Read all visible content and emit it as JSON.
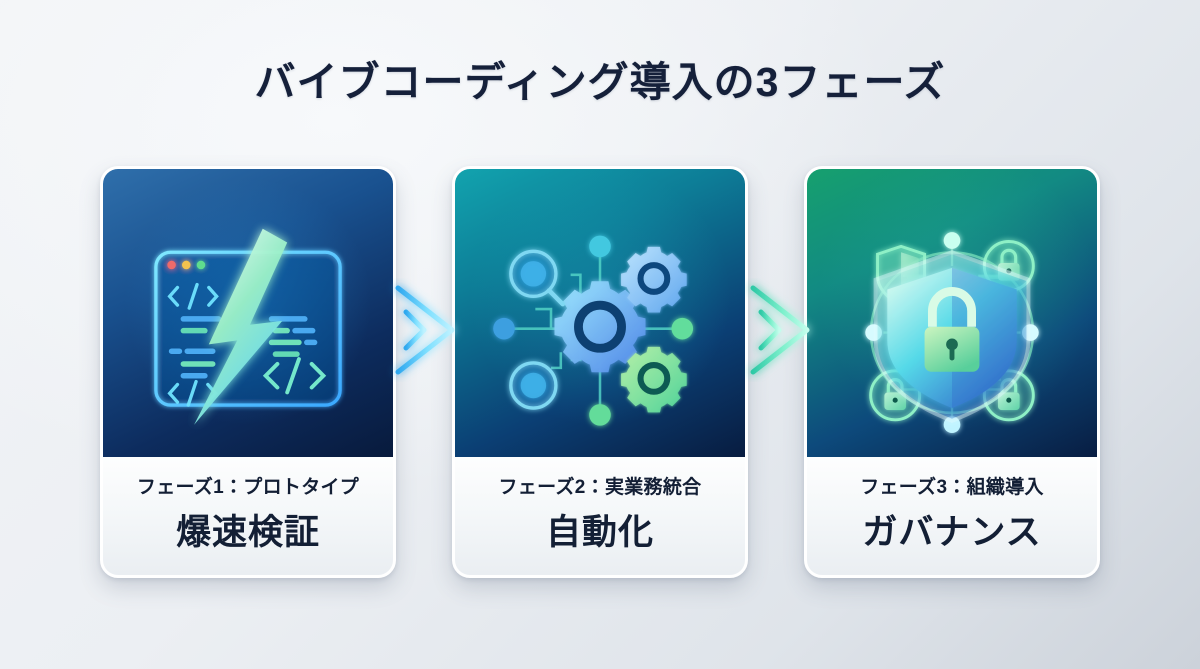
{
  "slide": {
    "title": "バイブコーディング導入の3フェーズ",
    "background_start": "#f2f4f7",
    "background_end": "#ccd2da",
    "title_color": "#15203a"
  },
  "cards": [
    {
      "subtitle": "フェーズ1：プロトタイプ",
      "label": "爆速検証",
      "art_icon": "code-window-lightning-icon",
      "accent": "#2f6fab",
      "gradient_start": "#2f6fab",
      "gradient_end": "#081a3c"
    },
    {
      "subtitle": "フェーズ2：実業務統合",
      "label": "自動化",
      "art_icon": "connected-gears-icon",
      "accent": "#12a3ae",
      "gradient_start": "#12a3ae",
      "gradient_end": "#081c40"
    },
    {
      "subtitle": "フェーズ3：組織導入",
      "label": "ガバナンス",
      "art_icon": "shield-lock-network-icon",
      "accent": "#16a06e",
      "gradient_start": "#16a06e",
      "gradient_end": "#081d42"
    }
  ],
  "arrows": [
    {
      "icon": "arrow-right-icon",
      "from": "フェーズ1：プロトタイプ",
      "to": "フェーズ2：実業務統合",
      "color": "#63d9ff"
    },
    {
      "icon": "arrow-right-icon",
      "from": "フェーズ2：実業務統合",
      "to": "フェーズ3：組織導入",
      "color": "#64e8c0"
    }
  ]
}
